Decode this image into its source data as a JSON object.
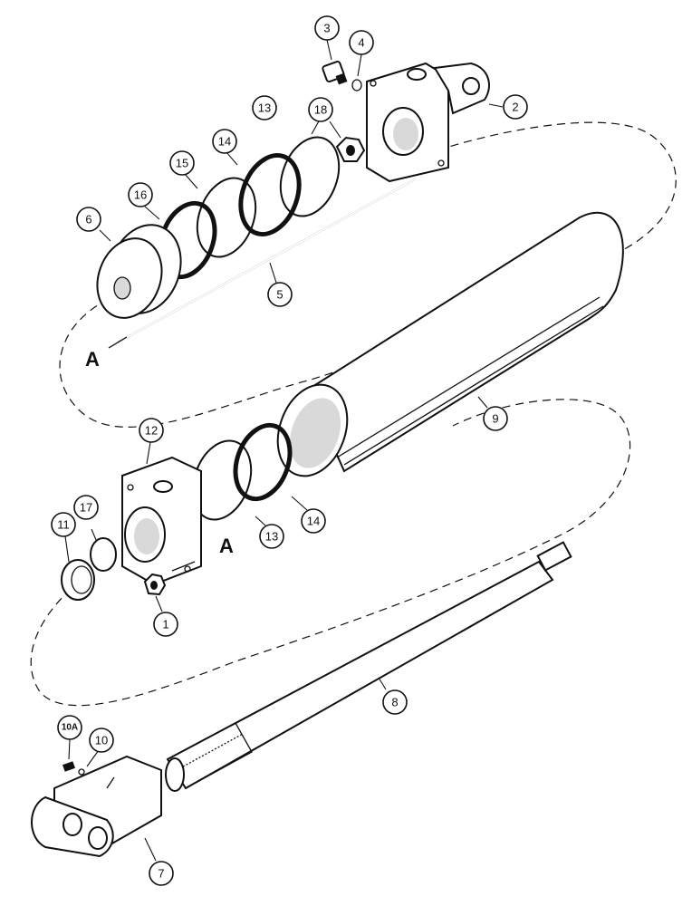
{
  "diagram": {
    "callouts": [
      {
        "id": "c1",
        "label": "1"
      },
      {
        "id": "c2",
        "label": "2"
      },
      {
        "id": "c3",
        "label": "3"
      },
      {
        "id": "c4",
        "label": "4"
      },
      {
        "id": "c5",
        "label": "5"
      },
      {
        "id": "c6",
        "label": "6"
      },
      {
        "id": "c7",
        "label": "7"
      },
      {
        "id": "c8",
        "label": "8"
      },
      {
        "id": "c9",
        "label": "9"
      },
      {
        "id": "c10",
        "label": "10"
      },
      {
        "id": "c10a",
        "label": "10A"
      },
      {
        "id": "c11",
        "label": "11"
      },
      {
        "id": "c12",
        "label": "12"
      },
      {
        "id": "c13a",
        "label": "13"
      },
      {
        "id": "c13b",
        "label": "13"
      },
      {
        "id": "c14a",
        "label": "14"
      },
      {
        "id": "c14b",
        "label": "14"
      },
      {
        "id": "c15",
        "label": "15"
      },
      {
        "id": "c16",
        "label": "16"
      },
      {
        "id": "c17",
        "label": "17"
      },
      {
        "id": "c18",
        "label": "18"
      }
    ],
    "reference_marks": [
      {
        "id": "ref-top",
        "label": "A"
      },
      {
        "id": "ref-mid",
        "label": "A"
      }
    ],
    "parts": [
      "cylinder-base",
      "barrel",
      "piston",
      "piston-rod",
      "rod-end-clevis",
      "tie-rod",
      "gland",
      "nut",
      "fitting-plug",
      "o-ring",
      "backup-ring",
      "wiper-seal",
      "rod-seal",
      "grease-fitting"
    ]
  }
}
